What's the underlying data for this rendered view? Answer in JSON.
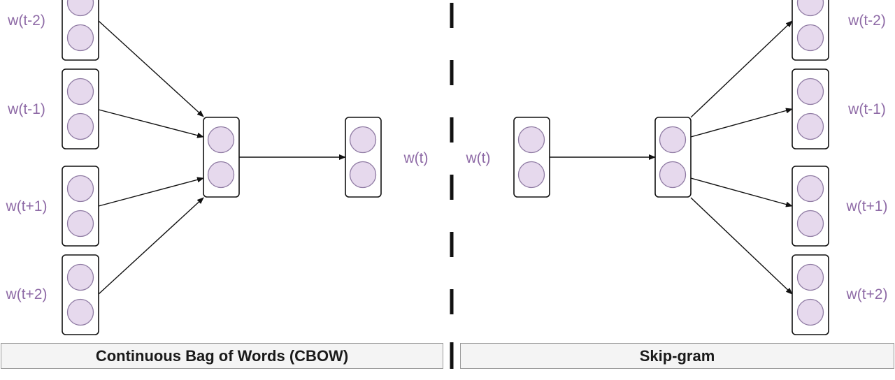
{
  "colors": {
    "node_fill": "#e6d9ed",
    "node_stroke": "#8f7ba3",
    "label_color": "#8e6aa6",
    "box_stroke": "#111111",
    "arrow_color": "#111111"
  },
  "cbow": {
    "title": "Continuous Bag of Words (CBOW)",
    "input_labels": [
      "w(t-2)",
      "w(t-1)",
      "w(t+1)",
      "w(t+2)"
    ],
    "output_label": "w(t)"
  },
  "skipgram": {
    "title": "Skip-gram",
    "input_label": "w(t)",
    "output_labels": [
      "w(t-2)",
      "w(t-1)",
      "w(t+1)",
      "w(t+2)"
    ]
  }
}
